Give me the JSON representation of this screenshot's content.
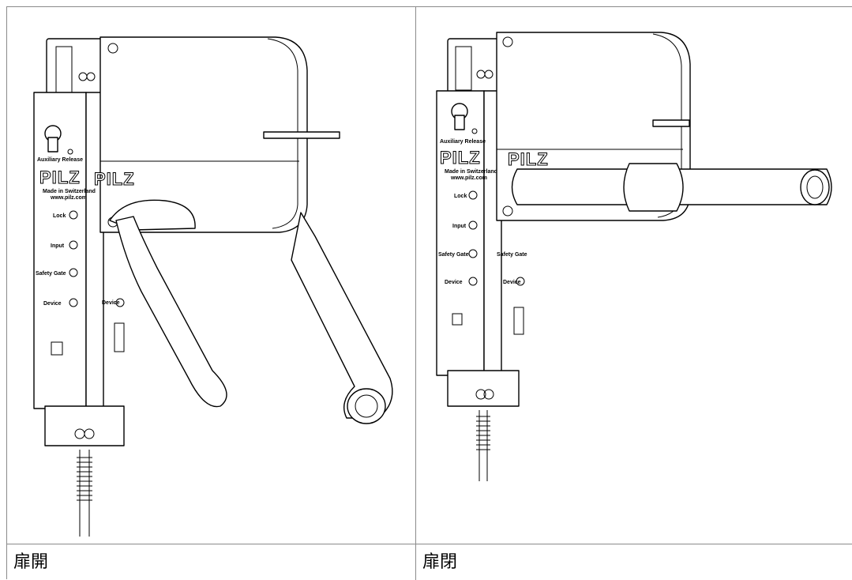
{
  "captions": {
    "open": "扉開",
    "closed": "扉閉"
  },
  "device": {
    "brand": "PILZ",
    "aux_release": "Auxiliary Release",
    "made_in": "Made in Switzerland",
    "website": "www.pilz.com",
    "leds": {
      "lock": "Lock",
      "input": "Input",
      "safety_gate": "Safety Gate",
      "device": "Device"
    }
  }
}
